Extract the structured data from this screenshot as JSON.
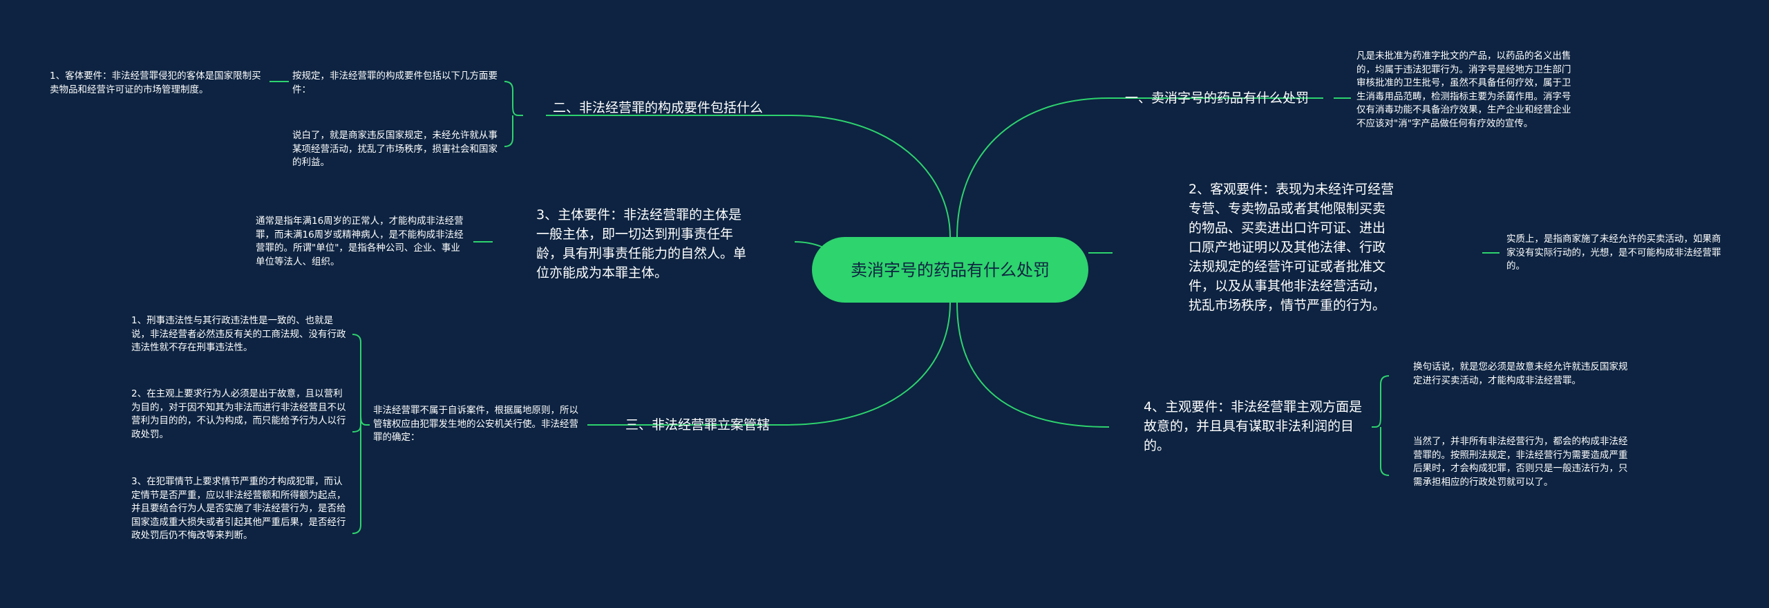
{
  "root": {
    "label": "卖消字号的药品有什么处罚"
  },
  "colors": {
    "background": "#0d2341",
    "root_fill": "#2ed46e",
    "branch_line": "#2ed46e"
  },
  "left": {
    "b1": {
      "label": "二、非法经营罪的构成要件包括什么",
      "children": [
        "按规定，非法经营罪的构成要件包括以下几方面要件：",
        "说白了，就是商家违反国家规定，未经允许就从事某项经营活动，扰乱了市场秩序，损害社会和国家的利益。"
      ],
      "grandchild": "1、客体要件：非法经营罪侵犯的客体是国家限制买卖物品和经营许可证的市场管理制度。"
    },
    "b2": {
      "label": "3、主体要件：非法经营罪的主体是一般主体，即一切达到刑事责任年龄，具有刑事责任能力的自然人。单位亦能成为本罪主体。",
      "children": [
        "通常是指年满16周岁的正常人，才能构成非法经营罪，而未满16周岁或精神病人，是不能构成非法经营罪的。所谓\"单位\"，是指各种公司、企业、事业单位等法人、组织。"
      ]
    },
    "b3": {
      "label": "三、非法经营罪立案管辖",
      "children": [
        "非法经营罪不属于自诉案件，根据属地原则，所以管辖权应由犯罪发生地的公安机关行使。非法经营罪的确定："
      ],
      "grandchildren": [
        "1、刑事违法性与其行政违法性是一致的、也就是说，非法经营者必然违反有关的工商法规、没有行政违法性就不存在刑事违法性。",
        "2、在主观上要求行为人必须是出于故意，且以营利为目的，对于因不知其为非法而进行非法经营且不以营利为目的的，不认为构成，而只能给予行为人以行政处罚。",
        "3、在犯罪情节上要求情节严重的才构成犯罪，而认定情节是否严重，应以非法经营额和所得额为起点，并且要结合行为人是否实施了非法经营行为，是否给国家造成重大损失或者引起其他严重后果，是否经行政处罚后仍不悔改等来判断。"
      ]
    }
  },
  "right": {
    "b1": {
      "label": "一、卖消字号的药品有什么处罚",
      "children": [
        "凡是未批准为药准字批文的产品，以药品的名义出售的，均属于违法犯罪行为。消字号是经地方卫生部门审核批准的卫生批号，虽然不具备任何疗效，属于卫生消毒用品范畴，检测指标主要为杀菌作用。消字号仅有消毒功能不具备治疗效果，生产企业和经营企业不应该对\"消\"字产品做任何有疗效的宣传。"
      ]
    },
    "b2": {
      "label": "2、客观要件：表现为未经许可经营专营、专卖物品或者其他限制买卖的物品、买卖进出口许可证、进出口原产地证明以及其他法律、行政法规规定的经营许可证或者批准文件，以及从事其他非法经营活动，扰乱市场秩序，情节严重的行为。",
      "children": [
        "实质上，是指商家施了未经允许的买卖活动，如果商家没有实际行动的，光想，是不可能构成非法经营罪的。"
      ]
    },
    "b3": {
      "label": "4、主观要件：非法经营罪主观方面是故意的，并且具有谋取非法利润的目的。",
      "children": [
        "换句话说，就是您必须是故意未经允许就违反国家规定进行买卖活动，才能构成非法经营罪。",
        "当然了，并非所有非法经营行为，都会的构成非法经营罪的。按照刑法规定，非法经营行为需要造成严重后果时，才会构成犯罪，否则只是一般违法行为，只需承担相应的行政处罚就可以了。"
      ]
    }
  }
}
